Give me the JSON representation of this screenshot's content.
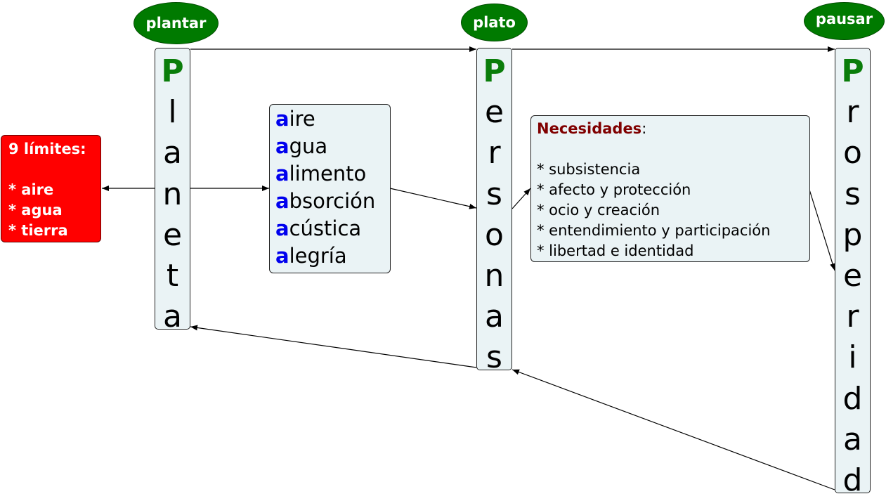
{
  "ovals": {
    "plantar": "plantar",
    "plato": "plato",
    "pausar": "pausar"
  },
  "columns": {
    "planeta": [
      "P",
      "l",
      "a",
      "n",
      "e",
      "t",
      "a"
    ],
    "personas": [
      "P",
      "e",
      "r",
      "s",
      "o",
      "n",
      "a",
      "s"
    ],
    "prosperidad": [
      "P",
      "r",
      "o",
      "s",
      "p",
      "e",
      "r",
      "i",
      "d",
      "a",
      "d"
    ]
  },
  "limits": {
    "title": "9 límites:",
    "items": [
      "* aire",
      "* agua",
      "* tierra"
    ]
  },
  "a_list": [
    {
      "a": "a",
      "rest": "ire"
    },
    {
      "a": "a",
      "rest": "gua"
    },
    {
      "a": "a",
      "rest": "limento"
    },
    {
      "a": "a",
      "rest": "bsorción"
    },
    {
      "a": "a",
      "rest": "cústica"
    },
    {
      "a": "a",
      "rest": "legría"
    }
  ],
  "needs": {
    "title": "Necesidades",
    "colon": ":",
    "items": [
      "* subsistencia",
      "* afecto y protección",
      "* ocio y creación",
      "* entendimiento y participación",
      "* libertad e identidad"
    ]
  },
  "colors": {
    "green": "#007a00",
    "red": "#ff0000",
    "blue": "#0000ee",
    "maroon": "#800000",
    "box": "#eaf3f5"
  }
}
